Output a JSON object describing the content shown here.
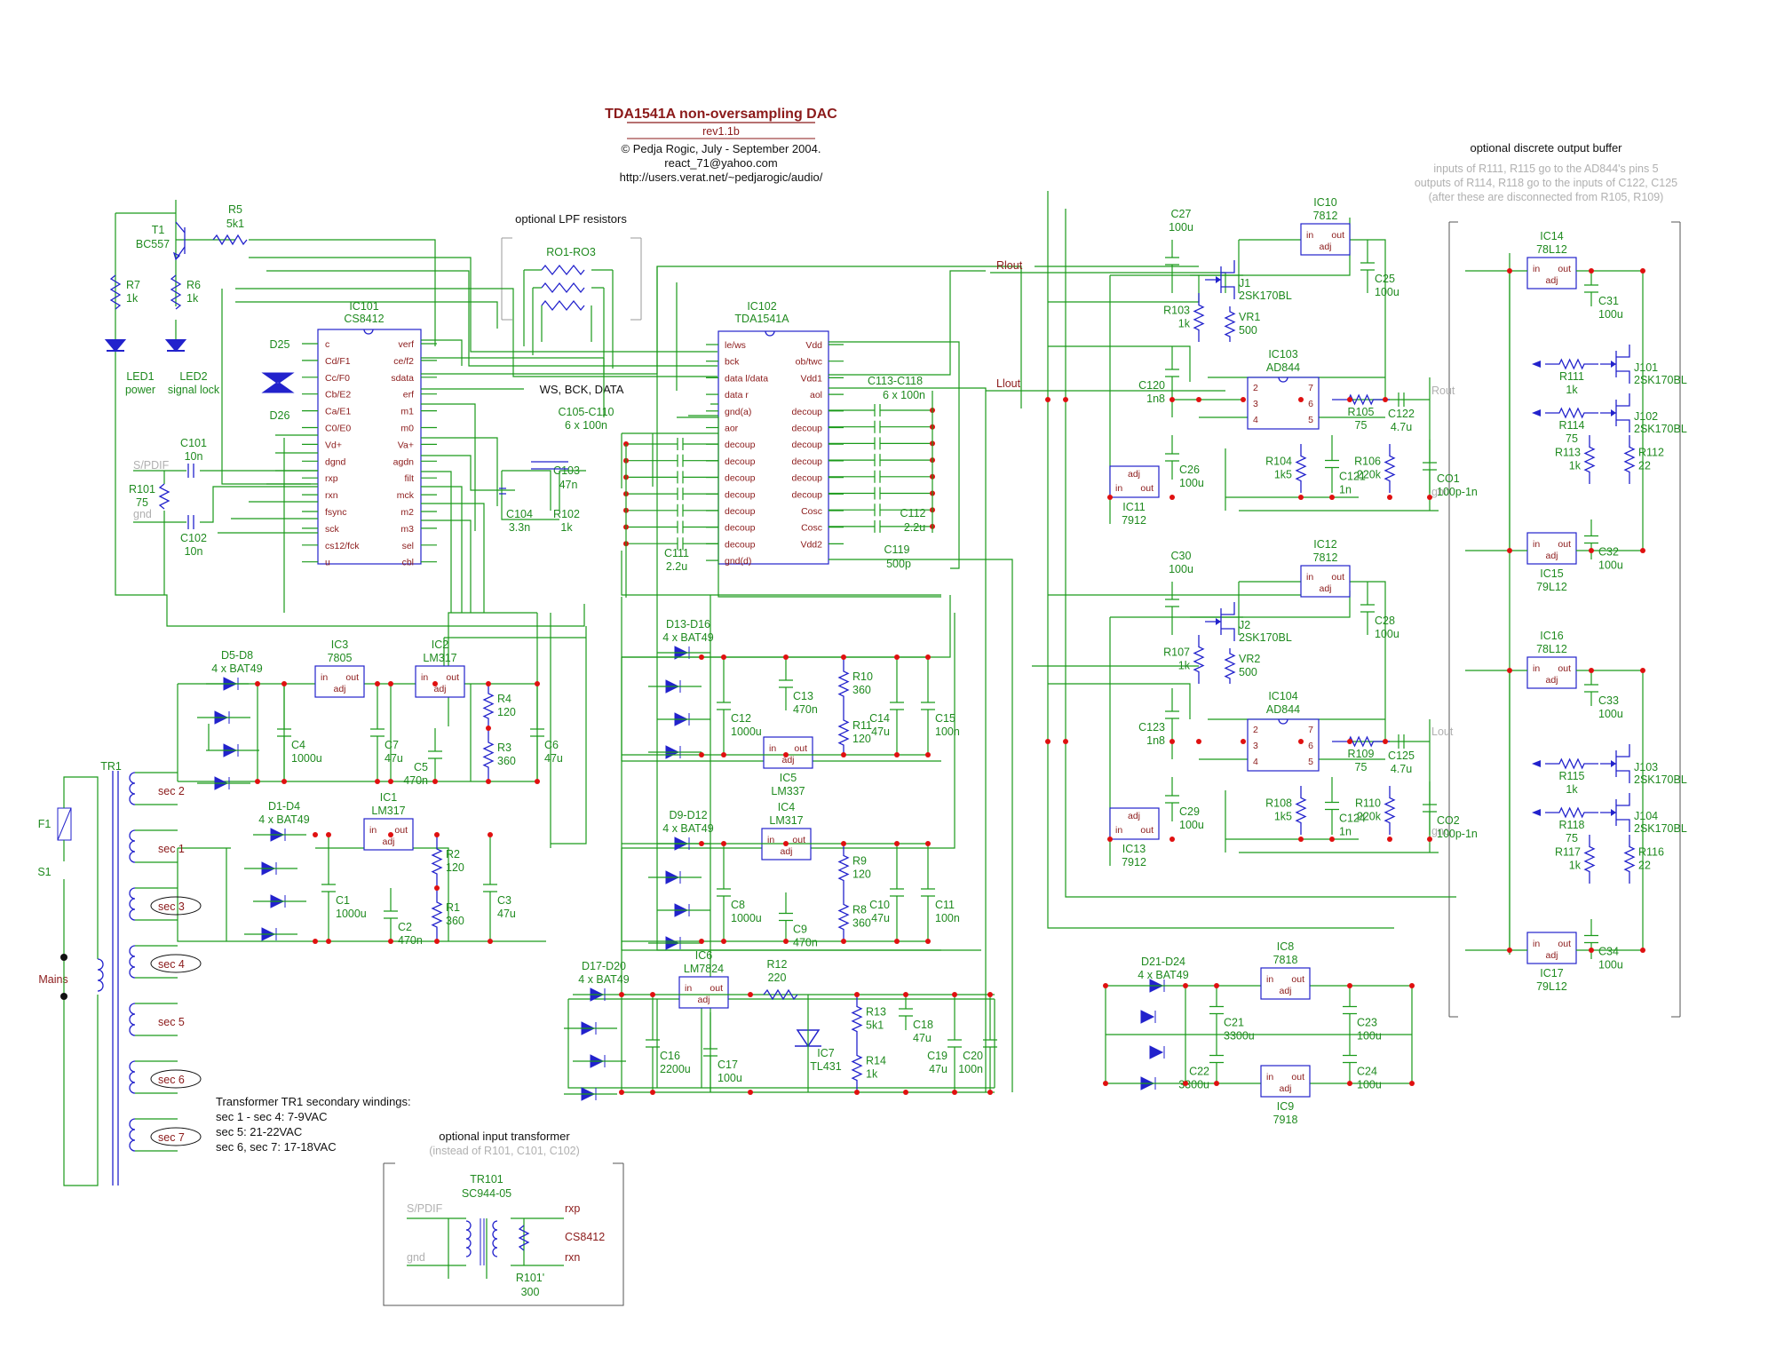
{
  "title": "TDA1541A non-oversampling DAC",
  "revision": "rev1.1b",
  "author": "© Pedja Rogic, July - September 2004.",
  "email": "react_71@yahoo.com",
  "url": "http://users.verat.net/~pedjarogic/audio/",
  "lpf": {
    "title": "optional LPF resistors",
    "part": "RO1-RO3",
    "signals": "WS, BCK, DATA"
  },
  "output_buffer": {
    "title": "optional discrete output buffer",
    "note1": "inputs of R111, R115 go to the AD844's pins 5",
    "note2": "outputs of R114, R118 go to the inputs of C122, C125",
    "note3": "(after these are disconnected from R105, R109)"
  },
  "ic101": {
    "ref": "IC101",
    "name": "CS8412",
    "left_pins": [
      "c",
      "Cd/F1",
      "Cc/F0",
      "Cb/E2",
      "Ca/E1",
      "C0/E0",
      "Vd+",
      "dgnd",
      "rxp",
      "rxn",
      "fsync",
      "sck",
      "cs12/fck",
      "u"
    ],
    "right_pins": [
      "verf",
      "ce/f2",
      "sdata",
      "erf",
      "m1",
      "m0",
      "Va+",
      "agdn",
      "filt",
      "mck",
      "m2",
      "m3",
      "sel",
      "cbl"
    ]
  },
  "ic102": {
    "ref": "IC102",
    "name": "TDA1541A",
    "left_pins": [
      "le/ws",
      "bck",
      "data l/data",
      "data r",
      "gnd(a)",
      "aor",
      "decoup",
      "decoup",
      "decoup",
      "decoup",
      "decoup",
      "decoup",
      "decoup",
      "gnd(d)"
    ],
    "right_pins": [
      "Vdd",
      "ob/twc",
      "Vdd1",
      "aol",
      "decoup",
      "decoup",
      "decoup",
      "decoup",
      "decoup",
      "decoup",
      "Cosc",
      "Cosc",
      "Vdd2"
    ]
  },
  "transistor": {
    "ref": "T1",
    "name": "BC557"
  },
  "leds": [
    {
      "ref": "LED1",
      "label": "power"
    },
    {
      "ref": "LED2",
      "label": "signal lock"
    }
  ],
  "resistors_top": [
    {
      "ref": "R5",
      "value": "5k1"
    },
    {
      "ref": "R7",
      "value": "1k"
    },
    {
      "ref": "R6",
      "value": "1k"
    }
  ],
  "diodes_top": [
    "D25",
    "D26"
  ],
  "input": {
    "spdif": "S/PDIF",
    "gnd": "gnd",
    "c101": "C101",
    "c101v": "10n",
    "r101": "R101",
    "r101v": "75",
    "c102": "C102",
    "c102v": "10n",
    "c103": "C103",
    "c103v": "47n",
    "c104": "C104",
    "c104v": "3.3n",
    "r102": "R102",
    "r102v": "1k"
  },
  "decoup_caps": {
    "c105": "C105-C110",
    "c105v": "6 x 100n",
    "c113": "C113-C118",
    "c113v": "6 x 100n",
    "c111": "C111",
    "c111v": "2.2u",
    "c112": "C112",
    "c112v": "2.2u",
    "c119": "C119",
    "c119v": "500p"
  },
  "nets": {
    "rlout": "Rlout",
    "llout": "Llout",
    "rout": "Rout",
    "lout": "Lout",
    "gnd": "gnd"
  },
  "psu": {
    "d5": "D5-D8",
    "d5v": "4 x BAT49",
    "ic3": "IC3",
    "ic3v": "7805",
    "ic2": "IC2",
    "ic2v": "LM317",
    "c4": "C4",
    "c4v": "1000u",
    "c7": "C7",
    "c7v": "47u",
    "c5": "C5",
    "c5v": "470n",
    "r4": "R4",
    "r4v": "120",
    "r3": "R3",
    "r3v": "360",
    "c6": "C6",
    "c6v": "47u",
    "d1": "D1-D4",
    "d1v": "4 x BAT49",
    "ic1": "IC1",
    "ic1v": "LM317",
    "c1": "C1",
    "c1v": "1000u",
    "c2": "C2",
    "c2v": "470n",
    "r2": "R2",
    "r2v": "120",
    "r1": "R1",
    "r1v": "360",
    "c3": "C3",
    "c3v": "47u",
    "d13": "D13-D16",
    "d13v": "4 x BAT49",
    "c12": "C12",
    "c12v": "1000u",
    "c13": "C13",
    "c13v": "470n",
    "r10": "R10",
    "r10v": "360",
    "r11": "R11",
    "r11v": "120",
    "ic5": "IC5",
    "ic5v": "LM337",
    "c14": "C14",
    "c14v": "47u",
    "c15": "C15",
    "c15v": "100n",
    "d9": "D9-D12",
    "d9v": "4 x BAT49",
    "ic4": "IC4",
    "ic4v": "LM317",
    "c8": "C8",
    "c8v": "1000u",
    "c9": "C9",
    "c9v": "470n",
    "r9": "R9",
    "r9v": "120",
    "r8": "R8",
    "r8v": "360",
    "c10": "C10",
    "c10v": "47u",
    "c11": "C11",
    "c11v": "100n",
    "d17": "D17-D20",
    "d17v": "4 x BAT49",
    "ic6": "IC6",
    "ic6v": "LM7824",
    "r12": "R12",
    "r12v": "220",
    "c16": "C16",
    "c16v": "2200u",
    "c17": "C17",
    "c17v": "100u",
    "ic7": "IC7",
    "ic7v": "TL431",
    "r13": "R13",
    "r13v": "5k1",
    "c18": "C18",
    "c18v": "47u",
    "r14": "R14",
    "r14v": "1k",
    "c19": "C19",
    "c19v": "47u",
    "c20": "C20",
    "c20v": "100n",
    "d21": "D21-D24",
    "d21v": "4 x BAT49",
    "c21": "C21",
    "c21v": "3300u",
    "ic8": "IC8",
    "ic8v": "7818",
    "c23": "C23",
    "c23v": "100u",
    "c22": "C22",
    "c22v": "3300u",
    "ic9": "IC9",
    "ic9v": "7918",
    "c24": "C24",
    "c24v": "100u"
  },
  "transformer": {
    "tr1": "TR1",
    "f1": "F1",
    "s1": "S1",
    "mains": "Mains",
    "secs": [
      "sec 2",
      "sec 1",
      "sec 3",
      "sec 4",
      "sec 5",
      "sec 6",
      "sec 7"
    ],
    "note_title": "Transformer TR1 secondary windings:",
    "note1": "sec 1 - sec 4:  7-9VAC",
    "note2": "sec 5:  21-22VAC",
    "note3": "sec 6, sec 7:  17-18VAC"
  },
  "input_tx": {
    "title": "optional input transformer",
    "sub": "(instead of R101, C101, C102)",
    "ref": "TR101",
    "name": "SC944-05",
    "spdif": "S/PDIF",
    "gnd": "gnd",
    "rxp": "rxp",
    "rxn": "rxn",
    "cs": "CS8412",
    "r": "R101'",
    "rv": "300"
  },
  "out_r": {
    "c27": "C27",
    "c27v": "100u",
    "ic10": "IC10",
    "ic10v": "7812",
    "c25": "C25",
    "c25v": "100u",
    "j1": "J1",
    "j1v": "2SK170BL",
    "r103": "R103",
    "r103v": "1k",
    "vr1": "VR1",
    "vr1v": "500",
    "ic103": "IC103",
    "ic103v": "AD844",
    "c120": "C120",
    "c120v": "1n8",
    "r105": "R105",
    "r105v": "75",
    "c122": "C122",
    "c122v": "4.7u",
    "ic11": "IC11",
    "ic11v": "7912",
    "c26": "C26",
    "c26v": "100u",
    "r104": "R104",
    "r104v": "1k5",
    "c121": "C121",
    "c121v": "1n",
    "r106": "R106",
    "r106v": "220k",
    "co1": "CO1",
    "co1v": "100p-1n"
  },
  "out_l": {
    "c30": "C30",
    "c30v": "100u",
    "ic12": "IC12",
    "ic12v": "7812",
    "c28": "C28",
    "c28v": "100u",
    "j2": "J2",
    "j2v": "2SK170BL",
    "r107": "R107",
    "r107v": "1k",
    "vr2": "VR2",
    "vr2v": "500",
    "ic104": "IC104",
    "ic104v": "AD844",
    "c123": "C123",
    "c123v": "1n8",
    "r109": "R109",
    "r109v": "75",
    "c125": "C125",
    "c125v": "4.7u",
    "ic13": "IC13",
    "ic13v": "7912",
    "c29": "C29",
    "c29v": "100u",
    "r108": "R108",
    "r108v": "1k5",
    "c124": "C124",
    "c124v": "1n",
    "r110": "R110",
    "r110v": "220k",
    "co2": "CO2",
    "co2v": "100p-1n"
  },
  "buffer": {
    "ic14": "IC14",
    "ic14v": "78L12",
    "c31": "C31",
    "c31v": "100u",
    "r111": "R111",
    "r111v": "1k",
    "j101": "J101",
    "j101v": "2SK170BL",
    "r114": "R114",
    "r114v": "75",
    "j102": "J102",
    "j102v": "2SK170BL",
    "r113": "R113",
    "r113v": "1k",
    "r112": "R112",
    "r112v": "22",
    "ic15": "IC15",
    "ic15v": "79L12",
    "c32": "C32",
    "c32v": "100u",
    "ic16": "IC16",
    "ic16v": "78L12",
    "c33": "C33",
    "c33v": "100u",
    "r115": "R115",
    "r115v": "1k",
    "j103": "J103",
    "j103v": "2SK170BL",
    "r118": "R118",
    "r118v": "75",
    "j104": "J104",
    "j104v": "2SK170BL",
    "r117": "R117",
    "r117v": "1k",
    "r116": "R116",
    "r116v": "22",
    "ic17": "IC17",
    "ic17v": "79L12",
    "c34": "C34",
    "c34v": "100u"
  },
  "reg_pins": {
    "in": "in",
    "out": "out",
    "adj": "adj"
  },
  "pin_nums": [
    "2",
    "3",
    "4",
    "7",
    "6",
    "5"
  ]
}
